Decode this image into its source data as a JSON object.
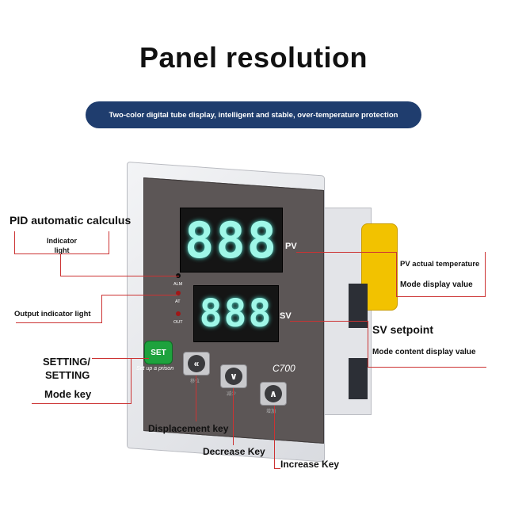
{
  "title": "Panel resolution",
  "banner": "Two-color digital tube display, intelligent and stable, over-temperature protection",
  "device": {
    "pv_value": "888",
    "sv_value": "888",
    "pv_tag": "PV",
    "sv_tag": "SV",
    "alm": "ALM",
    "at": "AT",
    "out": "OUT",
    "set_key": "SET",
    "set_caption": "Set up a prison",
    "model": "C700",
    "key_shift_glyph": "«",
    "key_down_glyph": "∨",
    "key_up_glyph": "∧",
    "key_shift_cn": "移位",
    "key_down_cn": "减少",
    "key_up_cn": "增加"
  },
  "labels": {
    "pid": "PID automatic calculus",
    "indicator": "Indicator light",
    "output": "Output indicator light",
    "setting1": "SETTING/",
    "setting2": "SETTING",
    "mode_key": "Mode key",
    "displacement": "Displacement key",
    "decrease": "Decrease Key",
    "increase": "Increase Key",
    "pv_actual": "PV actual temperature",
    "mode_display": "Mode display value",
    "sv_setpoint": "SV setpoint",
    "mode_content": "Mode content display value"
  },
  "colors": {
    "banner": "#1f3d6e",
    "leader": "#cc3333",
    "digits": "#9ff7e8"
  }
}
